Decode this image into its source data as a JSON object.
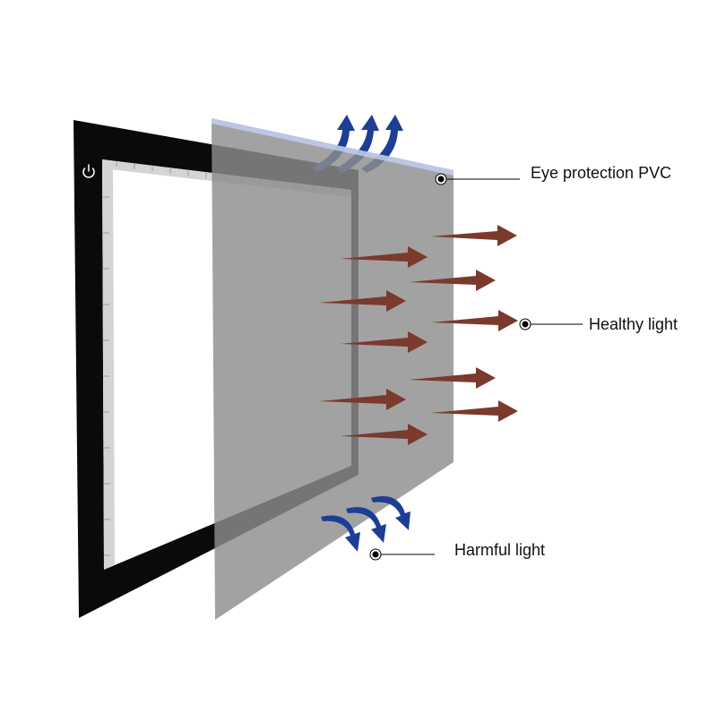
{
  "labels": {
    "eye_protection": "Eye protection PVC",
    "healthy_light": "Healthy light",
    "harmful_light": "Harmful light"
  },
  "icons": {
    "power": "power-icon"
  },
  "colors": {
    "tablet_frame": "#0a0a0a",
    "light_panel": "#ffffff",
    "pvc_sheet": "#8e8e8e",
    "healthy_arrow": "#7a3a2c",
    "harmful_arrow": "#1d3e94",
    "ruler": "#c8c8c8",
    "callout_line": "#000000"
  }
}
